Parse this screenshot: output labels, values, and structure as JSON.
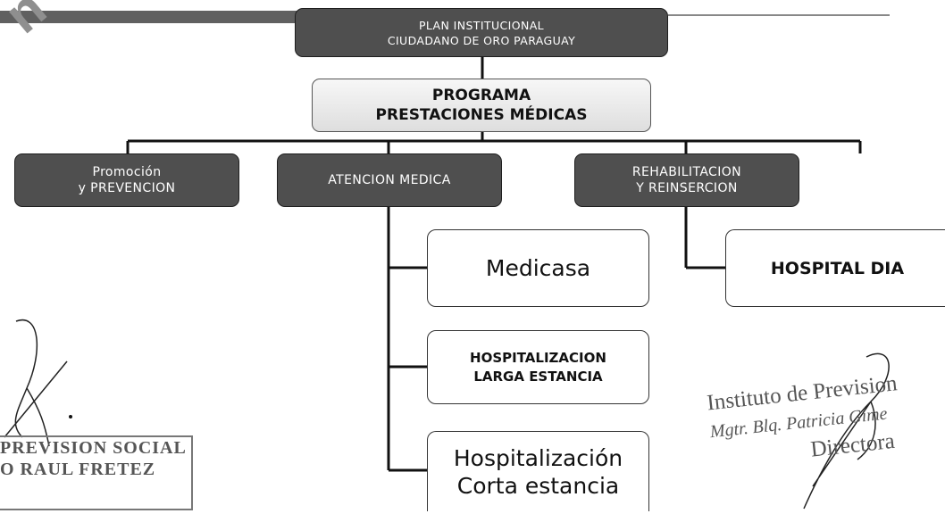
{
  "diagram": {
    "root": {
      "lines": [
        "PLAN INSTITUCIONAL",
        "CIUDADANO DE ORO PARAGUAY"
      ]
    },
    "program": {
      "lines": [
        "PROGRAMA",
        "PRESTACIONES MÉDICAS"
      ]
    },
    "areas": {
      "prevention": {
        "lines": [
          "Promoción",
          "y PREVENCION"
        ]
      },
      "medical_care": {
        "lines": [
          "ATENCION MEDICA"
        ]
      },
      "rehab": {
        "lines": [
          "REHABILITACION",
          "Y REINSERCION"
        ]
      }
    },
    "services": {
      "medicasa": {
        "lines": [
          "Medicasa"
        ]
      },
      "long_stay": {
        "lines": [
          "HOSPITALIZACION",
          "LARGA ESTANCIA"
        ]
      },
      "short_stay": {
        "lines": [
          "Hospitalización",
          "Corta estancia"
        ]
      },
      "day_hospital": {
        "lines": [
          "HOSPITAL DIA"
        ]
      }
    }
  },
  "watermark": {
    "text": "n C.A"
  },
  "stamps": {
    "left": {
      "lines": [
        "PREVISION SOCIAL",
        "O RAUL FRETEZ"
      ]
    },
    "right": {
      "lines": [
        "Instituto de Prevision",
        "Mgtr. Blq. Patricia Gime",
        "Directora"
      ]
    }
  },
  "colors": {
    "dark_box": "#4f4f4f",
    "program_box": "#e8e8e8",
    "line": "#111111"
  }
}
